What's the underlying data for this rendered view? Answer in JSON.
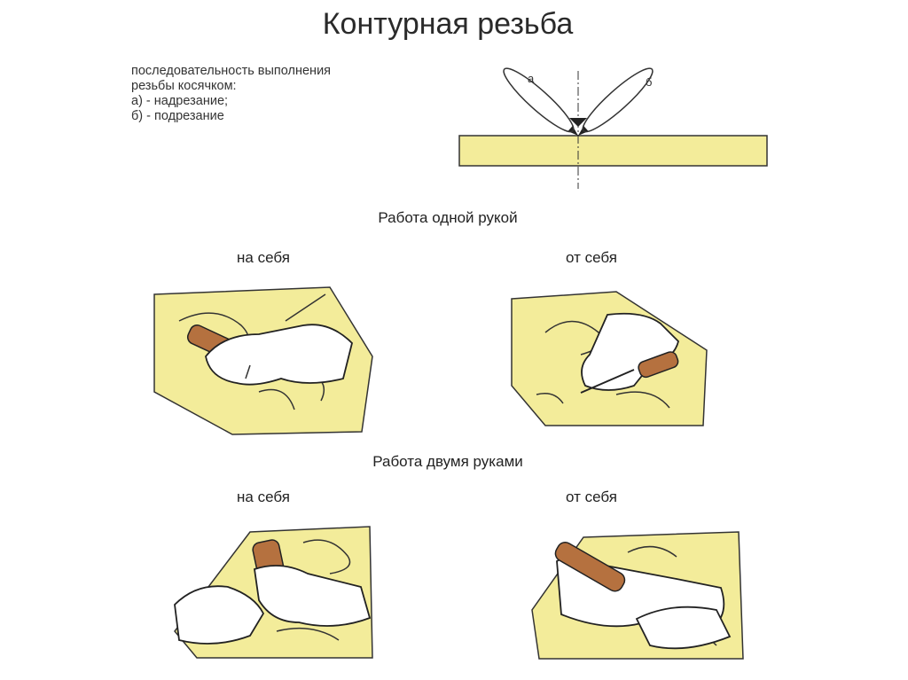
{
  "title": "Контурная резьба",
  "sequence": {
    "lines": [
      "последовательность выполнения",
      "резьбы косячком:",
      "а) - надрезание;",
      "б) - подрезание"
    ],
    "diagram_labels": {
      "a": "а",
      "b": "б"
    }
  },
  "one_hand": {
    "heading": "Работа одной рукой",
    "toward": "на себя",
    "away": "от себя"
  },
  "two_hands": {
    "heading": "Работа двумя руками",
    "toward": "на себя",
    "away": "от себя"
  }
}
